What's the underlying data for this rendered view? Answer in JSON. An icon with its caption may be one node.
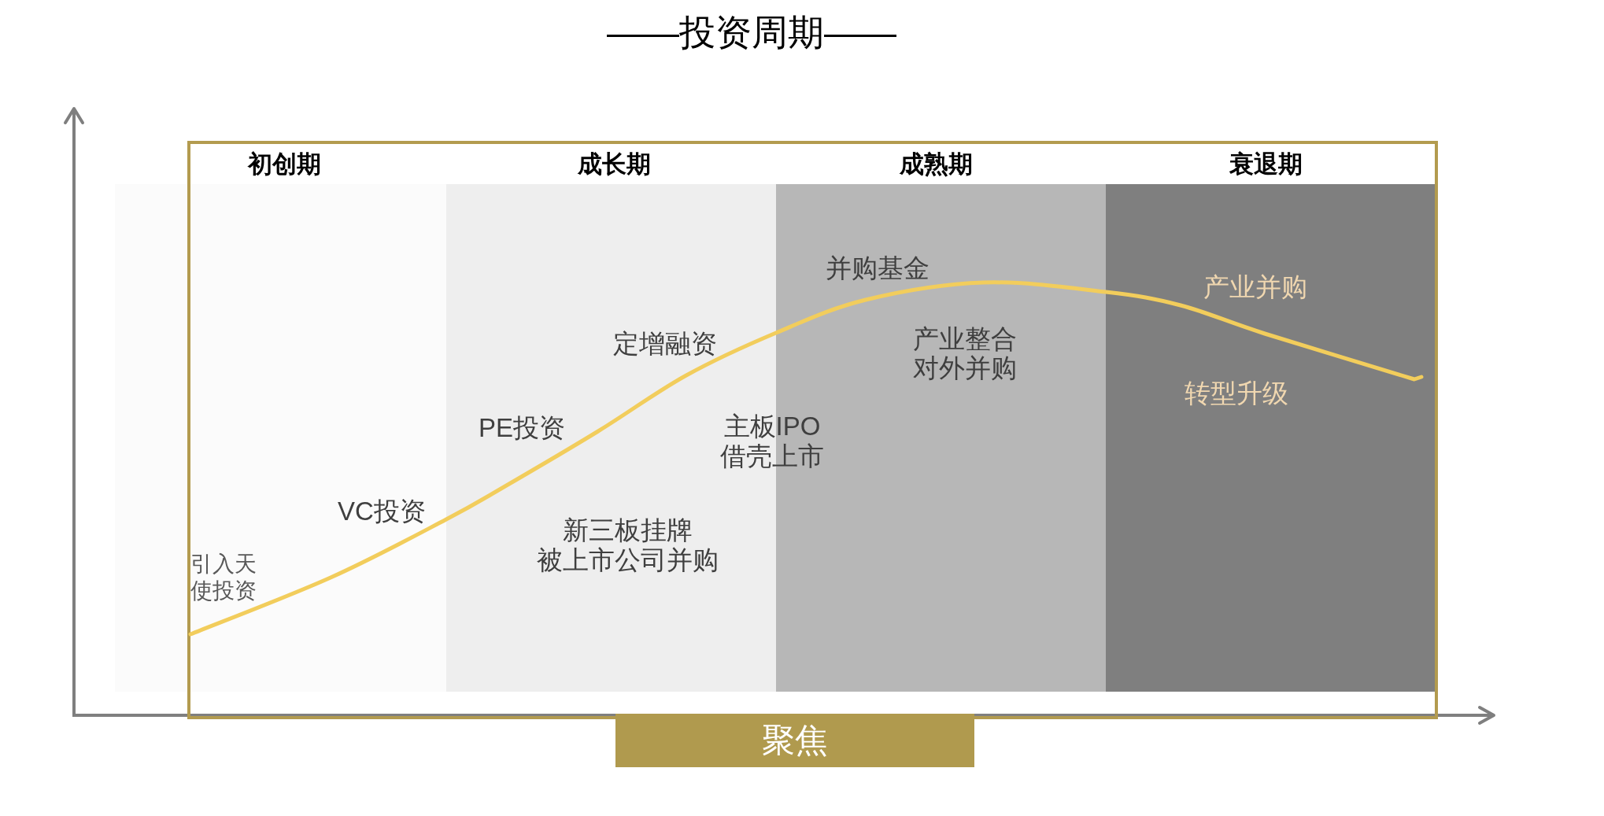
{
  "diagram": {
    "title": "——投资周期——",
    "nodes": [
      {
        "text": [
          "初创期",
          "引入天使投资",
          "VC投资"
        ]
      },
      {
        "text": [
          "成长期",
          "PE投资",
          "定增融资",
          "新三板挂牌",
          "被上市公司并购"
        ]
      },
      {
        "text": [
          "成熟期",
          "并购基金",
          "产业整合",
          "对外并购"
        ]
      },
      {
        "text": [
          "衰退期",
          "产业并购",
          "转型升级"
        ]
      },
      {
        "text": [
          "聚焦"
        ]
      }
    ],
    "labels": [
      "主板IPO",
      "借壳上市"
    ]
  }
}
